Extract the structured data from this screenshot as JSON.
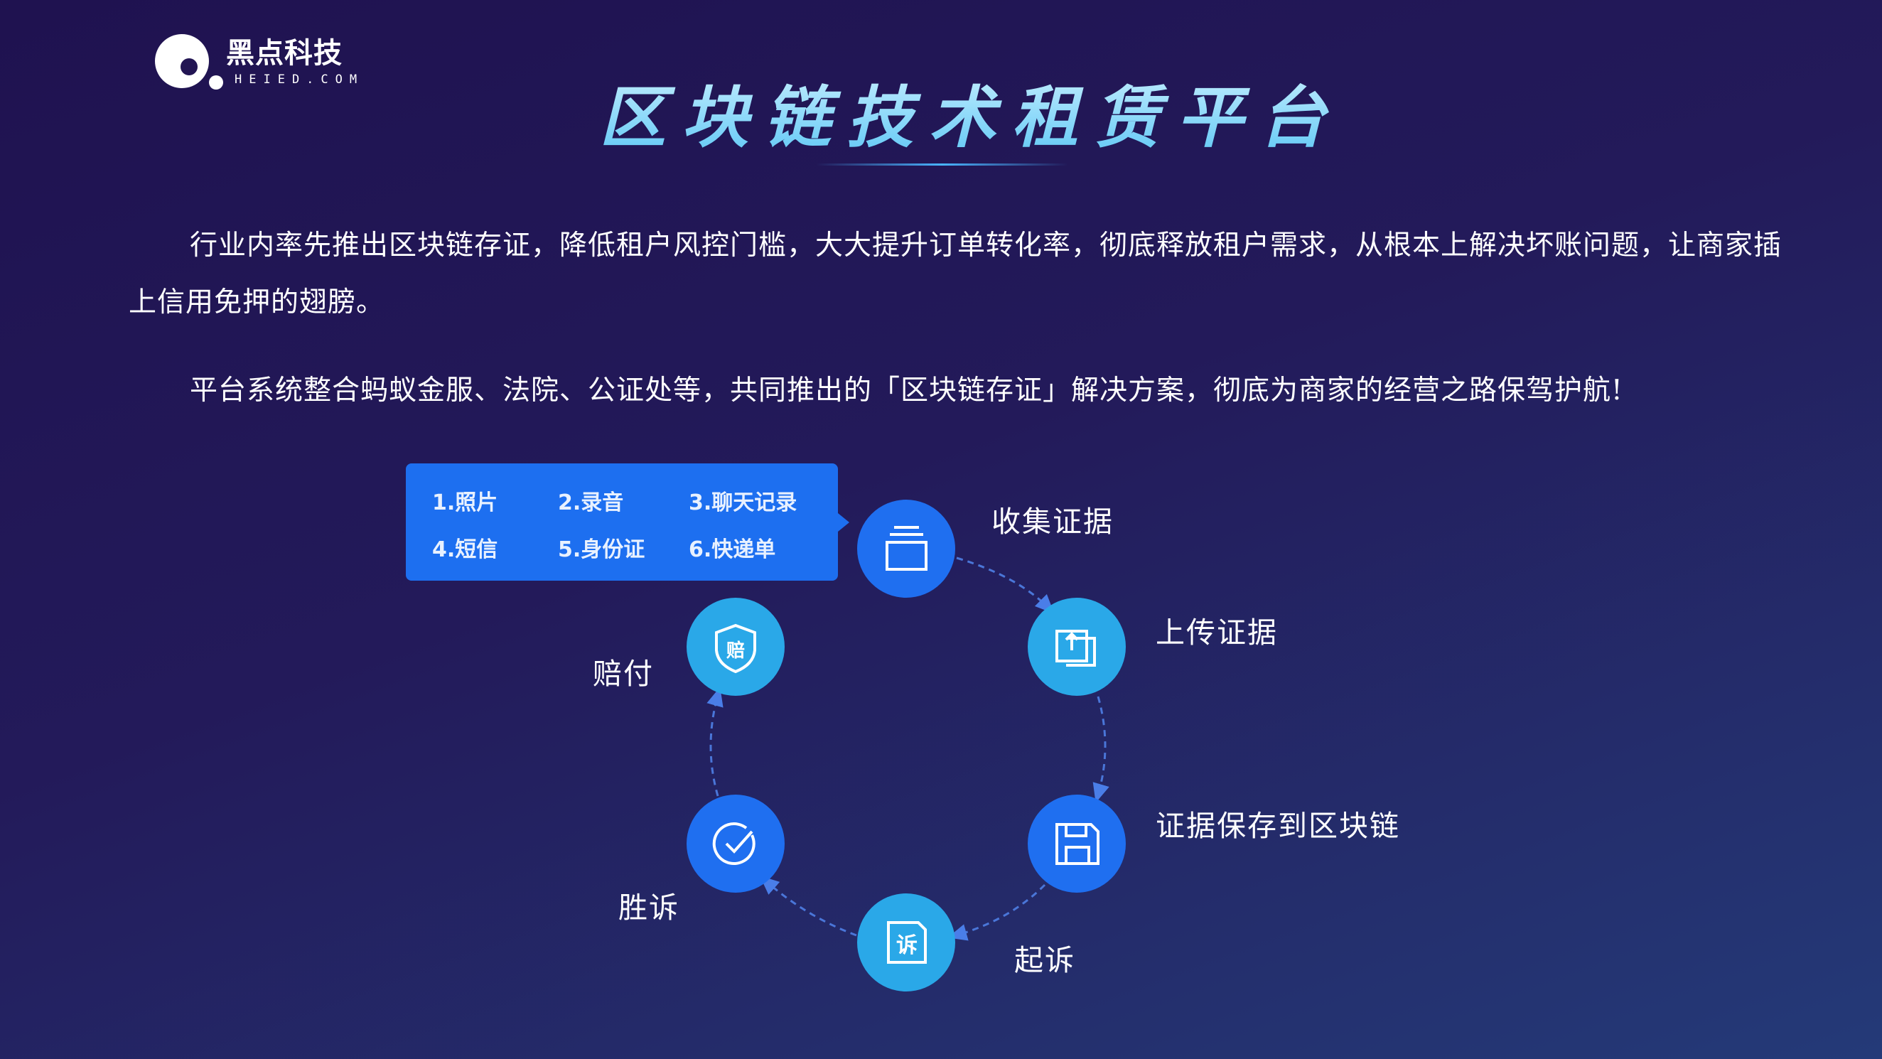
{
  "logo": {
    "name": "黑点科技",
    "url": "HEIED.COM"
  },
  "title": "区块链技术租赁平台",
  "paragraphs": [
    "行业内率先推出区块链存证，降低租户风控门槛，大大提升订单转化率，彻底释放租户需求，从根本上解决坏账问题，让商家插上信用免押的翅膀。",
    "平台系统整合蚂蚁金服、法院、公证处等，共同推出的「区块链存证」解决方案，彻底为商家的经营之路保驾护航!"
  ],
  "evidence_items": [
    "1.照片",
    "2.录音",
    "3.聊天记录",
    "4.短信",
    "5.身份证",
    "6.快递单"
  ],
  "steps": [
    {
      "label": "收集证据",
      "icon": "box-icon",
      "color": "#1f6ff0"
    },
    {
      "label": "上传证据",
      "icon": "upload-icon",
      "color": "#2aa8e8"
    },
    {
      "label": "证据保存到区块链",
      "icon": "save-icon",
      "color": "#1f6ff0"
    },
    {
      "label": "起诉",
      "icon": "lawsuit-document-icon",
      "color": "#2aa8e8"
    },
    {
      "label": "胜诉",
      "icon": "check-circle-icon",
      "color": "#1f6ff0"
    },
    {
      "label": "赔付",
      "icon": "compensation-shield-icon",
      "color": "#2aa8e8"
    }
  ],
  "icon_text": {
    "sue": "诉",
    "pay": "赔"
  }
}
